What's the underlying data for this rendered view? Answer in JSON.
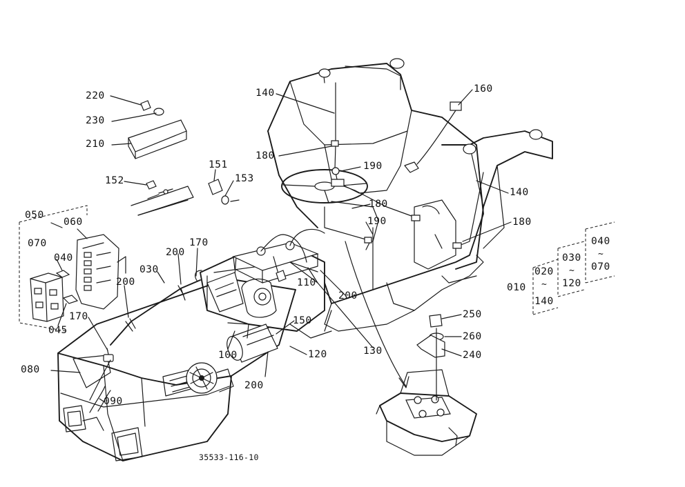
{
  "part_numbers": {
    "p010": "010",
    "p020": "020",
    "p030": "030",
    "p030b": "030",
    "p040": "040",
    "p040b": "040",
    "p045": "045",
    "p050": "050",
    "p060": "060",
    "p070": "070",
    "p070b": "070",
    "p080": "080",
    "p090": "090",
    "p100": "100",
    "p110": "110",
    "p120": "120",
    "p120b": "120",
    "p130": "130",
    "p140a": "140",
    "p140b": "140",
    "p140c": "140",
    "p150": "150",
    "p151": "151",
    "p152": "152",
    "p153": "153",
    "p160": "160",
    "p170a": "170",
    "p170b": "170",
    "p180a": "180",
    "p180b": "180",
    "p180c": "180",
    "p190a": "190",
    "p190b": "190",
    "p200a": "200",
    "p200b": "200",
    "p200c": "200",
    "p200d": "200",
    "p210": "210",
    "p220": "220",
    "p230": "230",
    "p240": "240",
    "p250": "250",
    "p260": "260"
  },
  "group_separator": "~",
  "drawing_number": "35533-116-10",
  "colors": {
    "ink": "#1a1a1a",
    "paper": "#ffffff"
  }
}
